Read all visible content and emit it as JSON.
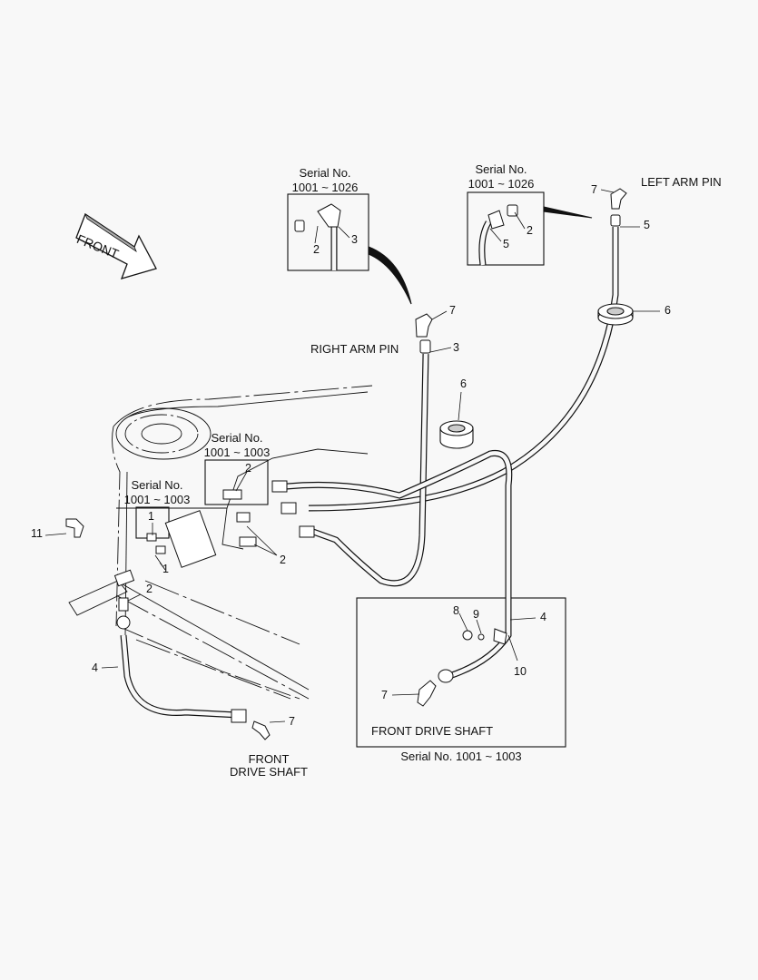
{
  "front_arrow": {
    "label": "FRONT"
  },
  "insets": {
    "right_top": {
      "title": "Serial No.",
      "range": "1001 ~ 1026"
    },
    "left_top": {
      "title": "Serial No.",
      "range": "1001 ~ 1026"
    },
    "mid": {
      "title": "Serial No.",
      "range": "1001 ~ 1003"
    },
    "small": {
      "title": "Serial No.",
      "range": "1001 ~ 1003"
    },
    "bottom": {
      "caption": "Serial No. 1001 ~ 1003",
      "inner_label": "FRONT DRIVE SHAFT"
    }
  },
  "labels": {
    "left_arm_pin": "LEFT ARM PIN",
    "right_arm_pin": "RIGHT ARM PIN",
    "front_drive_shaft_line1": "FRONT",
    "front_drive_shaft_line2": "DRIVE SHAFT"
  },
  "callouts": {
    "c2_right_inset": "2",
    "c3_right_inset": "3",
    "c7_left_top": "7",
    "c5_left_top": "5",
    "c2_left_inset": "2",
    "c5_left_inset": "5",
    "c6_upper": "6",
    "c7_right_arm": "7",
    "c3_right_arm": "3",
    "c6_mid": "6",
    "c2_mid_inset": "2",
    "c1_small_inset": "1",
    "c1_below": "1",
    "c2_fittings": "2",
    "c11": "11",
    "c2_left_low": "2",
    "c4_left": "4",
    "c7_bottom": "7",
    "c8": "8",
    "c9": "9",
    "c4_bottom_inset": "4",
    "c10": "10",
    "c7_bottom_inset": "7"
  }
}
